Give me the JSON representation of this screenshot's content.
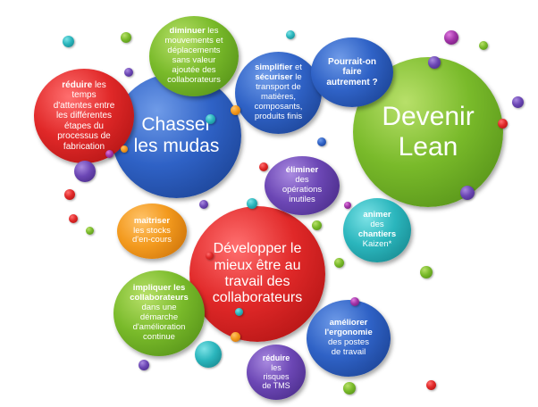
{
  "bubbles": {
    "devenir_lean": {
      "line1": "Devenir",
      "line2": "Lean"
    },
    "chasser_mudas": {
      "line1": "Chasser",
      "line2": "les mudas"
    },
    "developper": {
      "line1": "Développer le",
      "line2": "mieux être au",
      "line3": "travail des",
      "line4": "collaborateurs"
    },
    "reduire_temps": {
      "bold": "réduire",
      "rest1": " les",
      "l2": "temps",
      "l3": "d'attentes entre",
      "l4": "les différentes",
      "l5": "étapes du",
      "l6": "processus de",
      "l7": "fabrication"
    },
    "diminuer": {
      "bold": "diminuer",
      "rest1": " les",
      "l2": "mouvements et",
      "l3": "déplacements",
      "l4": "sans valeur",
      "l5": "ajoutée des",
      "l6": "collaborateurs"
    },
    "simplifier": {
      "bold1": "simplifier",
      "mid": " et",
      "bold2": "sécuriser",
      "rest2": " le",
      "l3": "transport de",
      "l4": "matières,",
      "l5": "composants,",
      "l6": "produits finis"
    },
    "pourrait": {
      "l1": "Pourrait-on",
      "l2": "faire",
      "l3": "autrement ?"
    },
    "eliminer": {
      "bold": "éliminer",
      "l2": "des",
      "l3": "opérations",
      "l4": "inutiles"
    },
    "maitriser": {
      "bold": "maîtriser",
      "l2": "les stocks",
      "l3": "d'en-cours"
    },
    "animer": {
      "bold1": "animer",
      "l2": "des",
      "bold3": "chantiers",
      "l4": "Kaizen*"
    },
    "impliquer": {
      "bold1": "impliquer les",
      "bold2": "collaborateurs",
      "l3": "dans une",
      "l4": "démarche",
      "l5": "d'amélioration",
      "l6": "continue"
    },
    "ameliorer": {
      "bold1": "améliorer",
      "bold2": "l'ergonomie",
      "l3": "des postes",
      "l4": "de travail"
    },
    "reduire_tms": {
      "bold": "réduire",
      "l2": "les",
      "l3": "risques",
      "l4": "de TMS"
    }
  },
  "colors": {
    "red": "#e02828",
    "blue": "#2f62c6",
    "green": "#79ba2a",
    "purple": "#6c47b5",
    "orange": "#f39a1e",
    "teal": "#2bb6bd",
    "magenta": "#a235a8"
  }
}
